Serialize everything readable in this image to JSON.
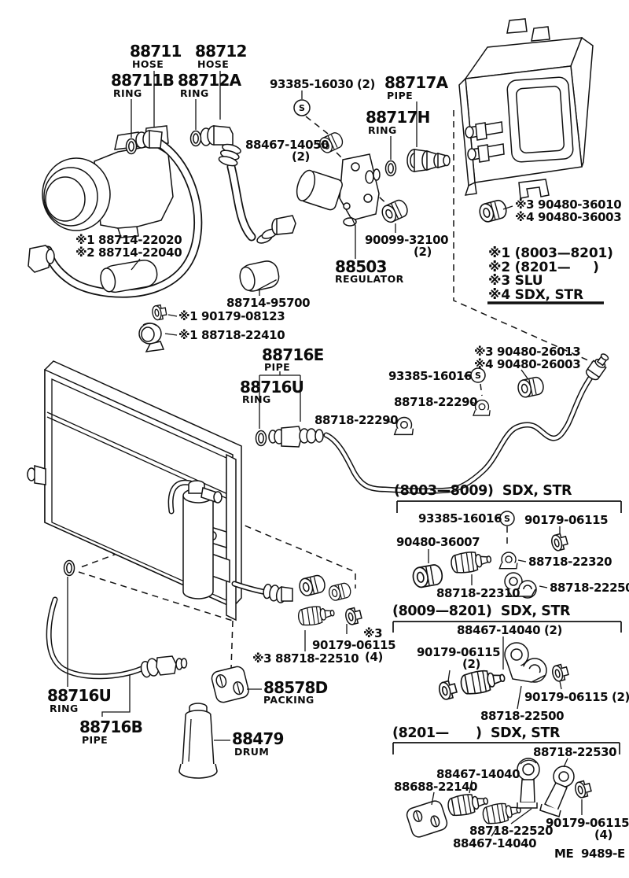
{
  "doc": {
    "footer_code": "ME  9489-E"
  },
  "symbols": {
    "screw": "S"
  },
  "legend": {
    "items": [
      "※1 (8003—8201)",
      "※2 (8201—     )",
      "※3 SLU",
      "※4 SDX, STR"
    ]
  },
  "labels": {
    "hose1_num": "88711",
    "hose1_type": "HOSE",
    "hose2_num": "88712",
    "hose2_type": "HOSE",
    "ring1_num": "88711B",
    "ring1_type": "RING",
    "ring2_num": "88712A",
    "ring2_type": "RING",
    "screw_top": "93385-16030 (2)",
    "pipe_a_num": "88717A",
    "pipe_a_type": "PIPE",
    "ring_h_num": "88717H",
    "ring_h_type": "RING",
    "grommet_top": "88467-14050",
    "grommet_top_qty": "(2)",
    "muffler1": "※1 88714-22020",
    "muffler2": "※2 88714-22040",
    "insulator": "88714-95700",
    "nut_081": "※1 90179-08123",
    "clamp_410": "※1 88718-22410",
    "grommet_900": "90099-32100",
    "grommet_900_qty": "(2)",
    "regulator_num": "88503",
    "regulator_type": "REGULATOR",
    "evap_g1": "※3 90480-36010",
    "evap_g2": "※4 90480-36003",
    "pipe_e_num": "88716E",
    "pipe_e_type": "PIPE",
    "ring_u_top_num": "88716U",
    "ring_u_top_type": "RING",
    "screw_mid": "93385-16016",
    "g26013": "※3 90480-26013",
    "g26003": "※4 90480-26003",
    "clamp_290_r": "88718-22290",
    "clamp_290_l": "88718-22290",
    "sec1_header": "(8003—8009)  SDX, STR",
    "sec1_screw": "93385-16016",
    "sec1_nut": "90179-06115",
    "sec1_grommet": "90480-36007",
    "sec1_clamp": "88718-22320",
    "sec1_valve": "88718-22310",
    "sec1_rings": "88718-22250",
    "sec2_header": "(8009—8201)  SDX, STR",
    "sec2_valve": "88467-14040 (2)",
    "sec2_nut_l": "90179-06115",
    "sec2_nut_l_qty": "(2)",
    "sec2_nut_r": "90179-06115 (2)",
    "sec2_rings": "88718-22500",
    "sec3_header": "(8201—      )  SDX, STR",
    "sec3_bracket": "88718-22530",
    "sec3_valve_top": "88467-14040",
    "sec3_plate": "88688-22140",
    "sec3_nut": "90179-06115",
    "sec3_nut_qty": "(4)",
    "sec3_elbow": "88718-22520",
    "sec3_valve_bot": "88467-14040",
    "mid_star": "※3",
    "mid_nut": "90179-06115",
    "mid_nut_qty": "(4)",
    "valve_510": "※3 88718-22510",
    "packing_num": "88578D",
    "packing_type": "PACKING",
    "ring_u_bot_num": "88716U",
    "ring_u_bot_type": "RING",
    "pipe_b_num": "88716B",
    "pipe_b_type": "PIPE",
    "drum_num": "88479",
    "drum_type": "DRUM"
  }
}
